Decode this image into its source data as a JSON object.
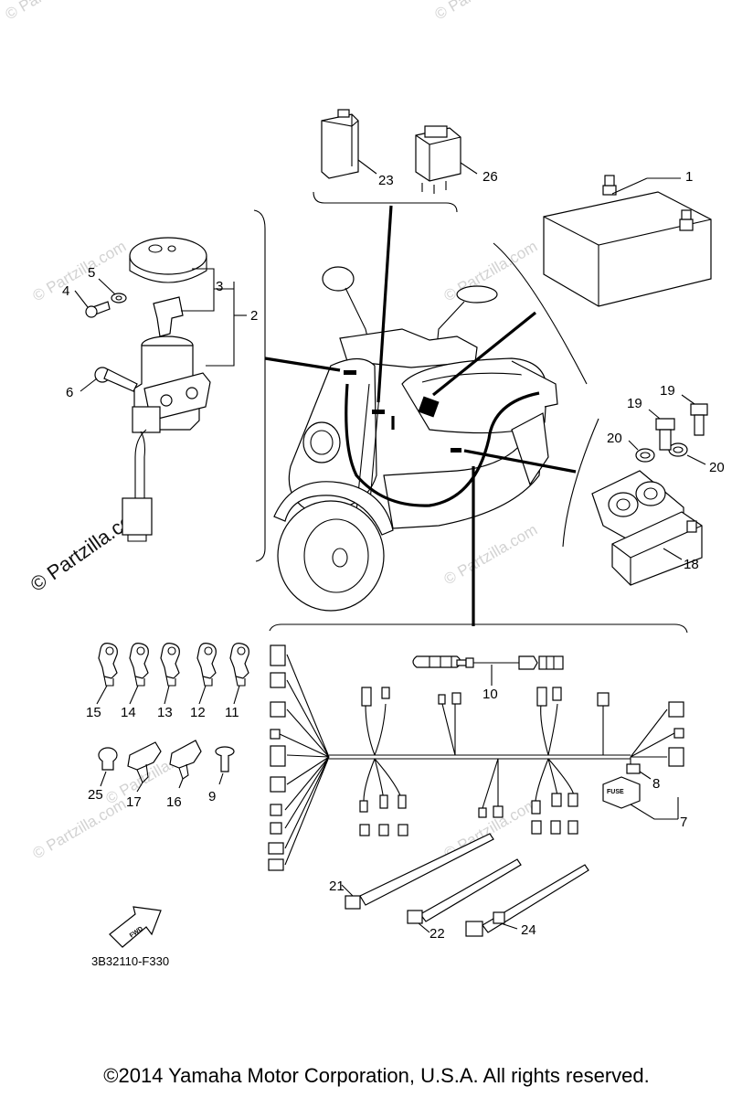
{
  "diagram": {
    "drawing_code": "3B32110-F330",
    "fwd_label": "FWD",
    "fuse_label": "FUSE",
    "watermark_main": "© Partzilla.com",
    "watermark_faint": "© Partzilla.com",
    "callouts": {
      "c1": "1",
      "c2": "2",
      "c3": "3",
      "c4": "4",
      "c5": "5",
      "c6": "6",
      "c7": "7",
      "c8": "8",
      "c9": "9",
      "c10": "10",
      "c11": "11",
      "c12": "12",
      "c13": "13",
      "c14": "14",
      "c15": "15",
      "c16": "16",
      "c17": "17",
      "c18": "18",
      "c19a": "19",
      "c19b": "19",
      "c20a": "20",
      "c20b": "20",
      "c21": "21",
      "c22": "22",
      "c23": "23",
      "c24": "24",
      "c25": "25",
      "c26": "26"
    }
  },
  "footer": {
    "copyright": "©2014  Yamaha Motor Corporation, U.S.A. All rights reserved."
  }
}
